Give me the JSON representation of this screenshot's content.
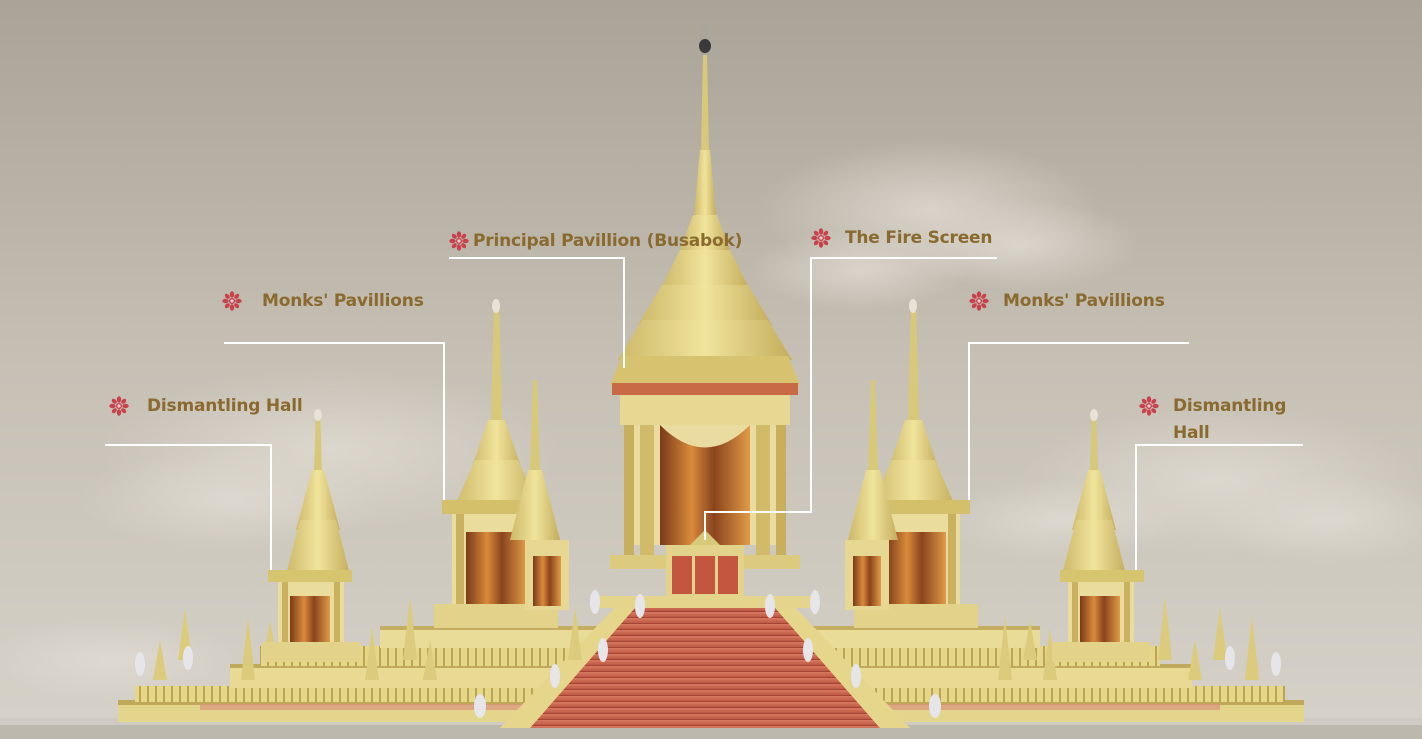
{
  "colors": {
    "sky": "#c9c4b9",
    "gold": "#e0cf7e",
    "gold_dark": "#b79f4c",
    "label": "#8a6a2e",
    "lotus_icon": "#c8414b",
    "stairs": "#c8644f",
    "leader_line": "#ffffff"
  },
  "labels": [
    {
      "id": "principal",
      "text": "Principal Pavillion (Busabok)",
      "icon": "lotus-icon"
    },
    {
      "id": "fire_screen",
      "text": "The Fire Screen",
      "icon": "lotus-icon"
    },
    {
      "id": "monks_left",
      "text": "Monks' Pavillions",
      "icon": "lotus-icon"
    },
    {
      "id": "monks_right",
      "text": "Monks' Pavillions",
      "icon": "lotus-icon"
    },
    {
      "id": "dismantling_left",
      "text": "Dismantling Hall",
      "icon": "lotus-icon"
    },
    {
      "id": "dismantling_right",
      "text": "Dismantling Hall",
      "icon": "lotus-icon"
    }
  ]
}
